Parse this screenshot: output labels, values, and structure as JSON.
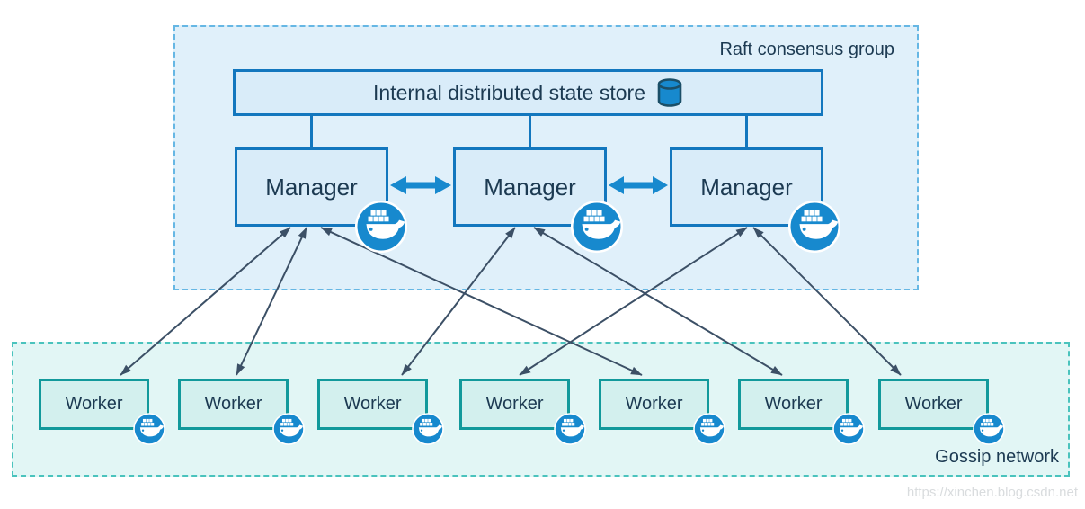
{
  "page": {
    "watermark": "https://xinchen.blog.csdn.net"
  },
  "diagram": {
    "raft_group": {
      "label": "Raft consensus group"
    },
    "state_store": {
      "label": "Internal distributed state store",
      "icon": "database-cylinder-icon"
    },
    "managers": [
      {
        "id": "manager-1",
        "label": "Manager",
        "icon": "docker-whale-icon"
      },
      {
        "id": "manager-2",
        "label": "Manager",
        "icon": "docker-whale-icon"
      },
      {
        "id": "manager-3",
        "label": "Manager",
        "icon": "docker-whale-icon"
      }
    ],
    "store_links": [
      "manager-1",
      "manager-2",
      "manager-3"
    ],
    "manager_peer_links": [
      {
        "type": "double-arrow",
        "between": [
          "manager-1",
          "manager-2"
        ]
      },
      {
        "type": "double-arrow",
        "between": [
          "manager-2",
          "manager-3"
        ]
      }
    ],
    "workers": [
      {
        "id": "worker-1",
        "label": "Worker",
        "icon": "docker-whale-icon"
      },
      {
        "id": "worker-2",
        "label": "Worker",
        "icon": "docker-whale-icon"
      },
      {
        "id": "worker-3",
        "label": "Worker",
        "icon": "docker-whale-icon"
      },
      {
        "id": "worker-4",
        "label": "Worker",
        "icon": "docker-whale-icon"
      },
      {
        "id": "worker-5",
        "label": "Worker",
        "icon": "docker-whale-icon"
      },
      {
        "id": "worker-6",
        "label": "Worker",
        "icon": "docker-whale-icon"
      },
      {
        "id": "worker-7",
        "label": "Worker",
        "icon": "docker-whale-icon"
      }
    ],
    "gossip_network": {
      "label": "Gossip network"
    },
    "connections": [
      {
        "from": "manager-1",
        "to": "worker-1",
        "type": "double-arrow"
      },
      {
        "from": "manager-1",
        "to": "worker-2",
        "type": "double-arrow"
      },
      {
        "from": "manager-1",
        "to": "worker-5",
        "type": "double-arrow"
      },
      {
        "from": "manager-2",
        "to": "worker-3",
        "type": "double-arrow"
      },
      {
        "from": "manager-2",
        "to": "worker-6",
        "type": "double-arrow"
      },
      {
        "from": "manager-3",
        "to": "worker-4",
        "type": "double-arrow"
      },
      {
        "from": "manager-3",
        "to": "worker-7",
        "type": "double-arrow"
      }
    ],
    "colors": {
      "raft_fill": "#E0F0FA",
      "raft_border": "#66B7E4",
      "node_fill": "#D9ECF9",
      "node_border": "#1377BE",
      "worker_fill": "#D3F0EE",
      "worker_border": "#12999B",
      "gossip_fill": "#E2F6F5",
      "gossip_border": "#4AC3BD",
      "docker_blue": "#1789CE",
      "arrow_dark": "#3C5066",
      "text": "#1C3A52"
    }
  }
}
